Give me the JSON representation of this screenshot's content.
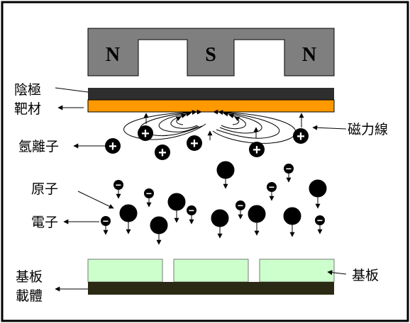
{
  "magnet": {
    "poles": [
      "N",
      "S",
      "N"
    ],
    "color": "#7f7f7f"
  },
  "labels": {
    "cathode": "陰極",
    "target": "靶材",
    "ions": "氬離子",
    "field_lines": "磁力線",
    "atoms": "原子",
    "electrons": "電子",
    "substrate_left": "基板",
    "carrier": "載體",
    "substrate_right": "基板"
  },
  "icons": {
    "ion": "plus-ion-icon",
    "electron": "minus-electron-icon",
    "atom": "atom-icon"
  },
  "colors": {
    "cathode": "#2e2e2e",
    "target": "#ff9900",
    "substrate": "#ccffcc",
    "carrier": "#2a2a14",
    "particle": "#000000",
    "frame": "#000000"
  },
  "symbols": {
    "ion": "+",
    "electron": "−"
  }
}
